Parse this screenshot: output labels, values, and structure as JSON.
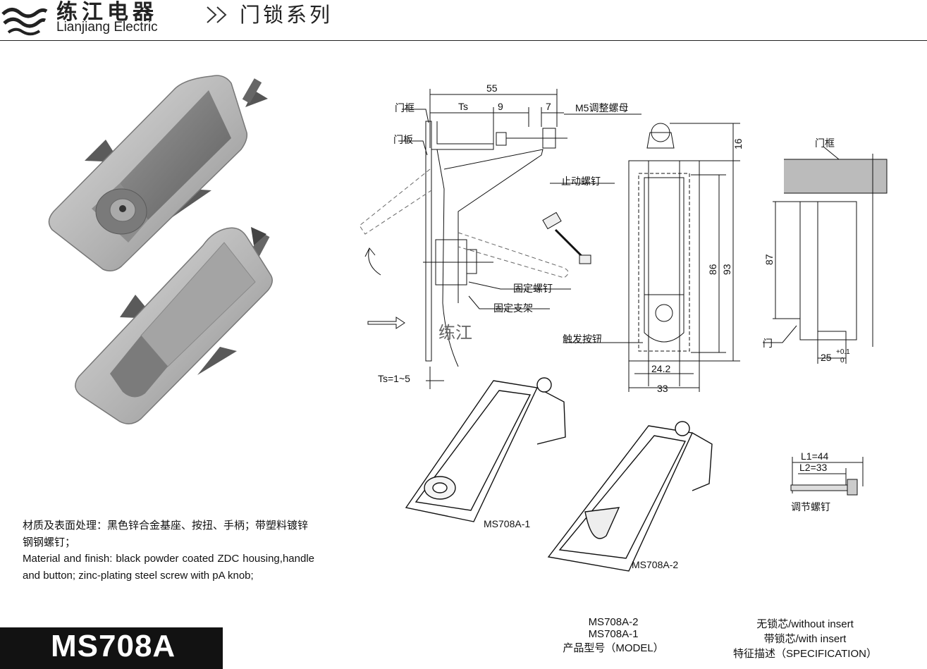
{
  "header": {
    "brand_cn": "练江电器",
    "brand_en": "Lianjiang Electric",
    "series_title": "门锁系列"
  },
  "drawing": {
    "dim_55": "55",
    "dim_ts": "Ts",
    "dim_9": "9",
    "dim_7": "7",
    "label_m5_nut": "M5调整螺母",
    "label_door_frame": "门框",
    "label_door_panel": "门板",
    "label_stop_screw": "止动螺钉",
    "label_fixing_screw": "固定螺钉",
    "label_fixing_bracket": "固定支架",
    "label_trigger_button": "触发按钮",
    "dim_ts_range": "Ts=1~5",
    "watermark": "练江",
    "dim_16": "16",
    "dim_86": "86",
    "dim_93": "93",
    "dim_24_2": "24.2",
    "dim_33": "33",
    "label_frame_right": "门框",
    "dim_87": "87",
    "label_door": "门",
    "dim_25": "25",
    "tol_upper": "+0.1",
    "tol_lower": "0",
    "dim_l1": "L1=44",
    "dim_l2": "L2=33",
    "label_adjust_screw": "调节螺钉",
    "model_1": "MS708A-1",
    "model_2": "MS708A-2"
  },
  "description": {
    "cn": "材质及表面处理：黑色锌合金基座、按扭、手柄；带塑料镀锌钢钢螺钉；",
    "en": "Material and finish: black powder coated ZDC housing,handle and button; zinc-plating steel screw with pA knob;"
  },
  "model_code": "MS708A",
  "spec_table": {
    "rows": [
      {
        "model": "MS708A-2",
        "spec": "无锁芯/without insert"
      },
      {
        "model": "MS708A-1",
        "spec": "带锁芯/with insert"
      }
    ],
    "header_model": "产品型号（MODEL）",
    "header_spec": "特征描述（SPECIFICATION）"
  },
  "colors": {
    "metal_light": "#d6d6d6",
    "metal_mid": "#a9a9a9",
    "metal_dark": "#6f6f6f",
    "ink": "#111111"
  }
}
